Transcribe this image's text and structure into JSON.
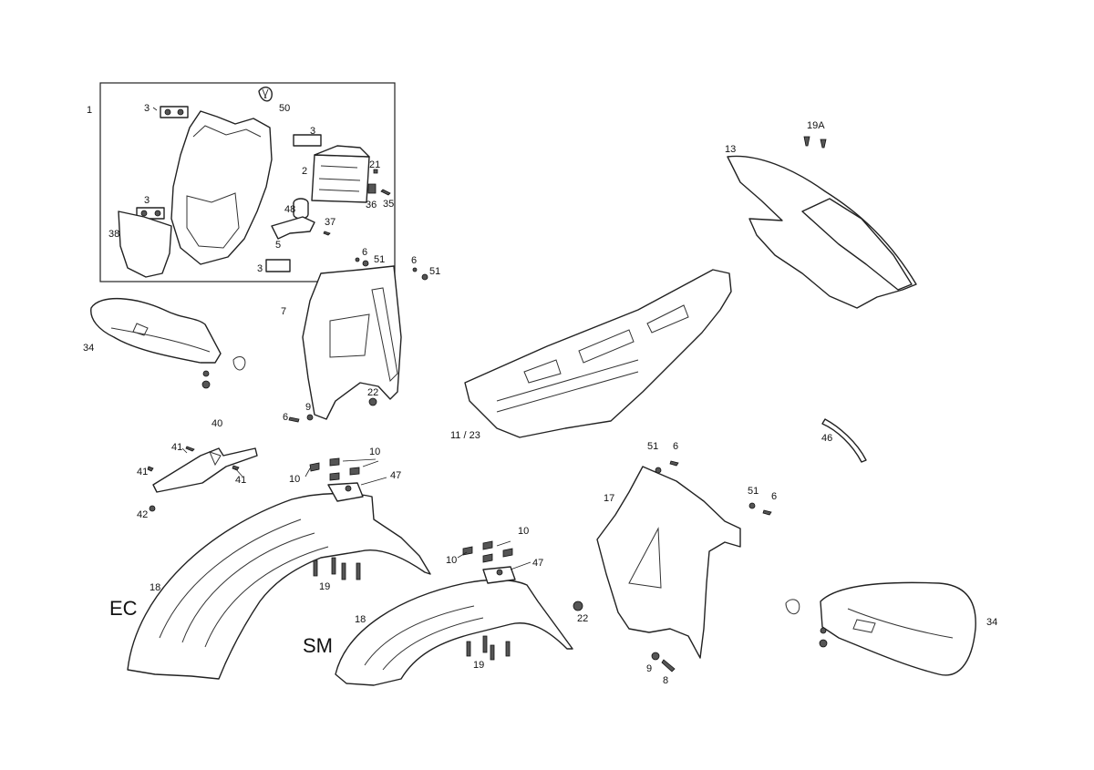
{
  "callouts": {
    "c1": "1",
    "c3a": "3",
    "c50": "50",
    "c3b": "3",
    "c2": "2",
    "c21": "21",
    "c36": "36",
    "c35": "35",
    "c3c": "3",
    "c48": "48",
    "c37": "37",
    "c38": "38",
    "c5": "5",
    "c3d": "3",
    "c6a": "6",
    "c51a": "51",
    "c6b": "6",
    "c51b": "51",
    "c7": "7",
    "c34a": "34",
    "c9a": "9",
    "c22a": "22",
    "c6c": "6",
    "c1123": "11 / 23",
    "c13": "13",
    "c19A": "19A",
    "c46": "46",
    "c40": "40",
    "c41a": "41",
    "c41b": "41",
    "c41c": "41",
    "c42": "42",
    "c10a": "10",
    "c10b": "10",
    "c47a": "47",
    "c18a": "18",
    "c19a": "19",
    "c10c": "10",
    "c10d": "10",
    "c47b": "47",
    "c18b": "18",
    "c19b": "19",
    "c22b": "22",
    "c17": "17",
    "c51c": "51",
    "c6d": "6",
    "c51d": "51",
    "c6e": "6",
    "c9b": "9",
    "c8": "8",
    "c34b": "34"
  },
  "variants": {
    "ec": "EC",
    "sm": "SM"
  }
}
